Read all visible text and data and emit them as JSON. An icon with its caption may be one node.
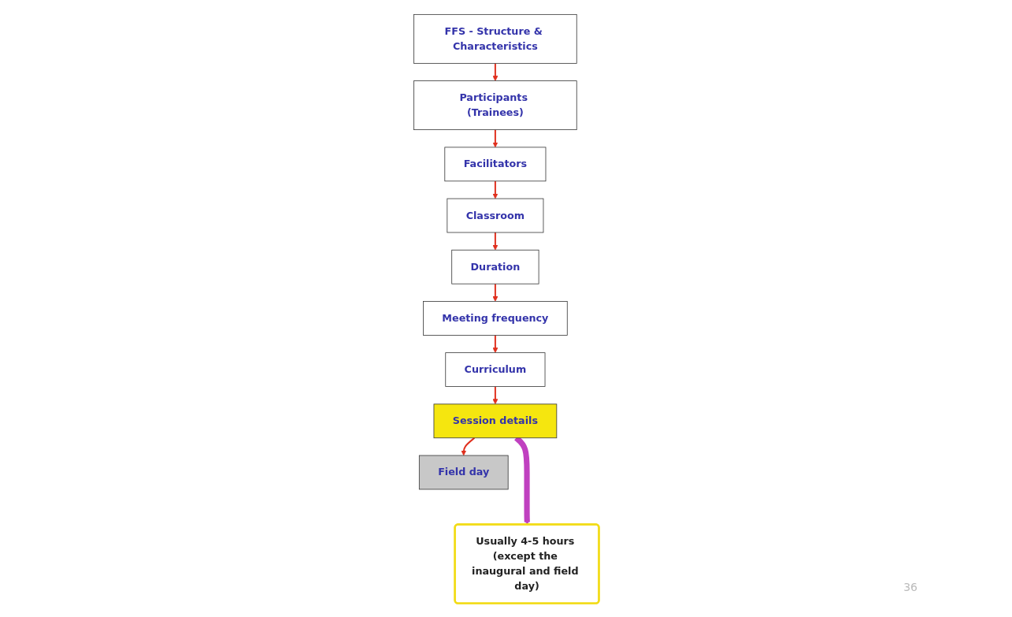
{
  "diagram": {
    "nodes": [
      {
        "text": [
          "FFS - Structure & Characteristics"
        ]
      },
      {
        "text": [
          "Participants (Trainees)"
        ]
      },
      {
        "text": [
          "Facilitators"
        ]
      },
      {
        "text": [
          "Classroom"
        ]
      },
      {
        "text": [
          "Duration"
        ]
      },
      {
        "text": [
          "Meeting frequency"
        ]
      },
      {
        "text": [
          "Curriculum"
        ]
      },
      {
        "text": [
          "Session details"
        ]
      },
      {
        "text": [
          "Field day"
        ]
      },
      {
        "text": [
          "Usually 4-5 hours (except the inaugural and field day)"
        ]
      }
    ],
    "edges": [
      {
        "from": 0,
        "to": 1,
        "arrow": "to"
      },
      {
        "from": 1,
        "to": 2,
        "arrow": "to"
      },
      {
        "from": 2,
        "to": 3,
        "arrow": "to"
      },
      {
        "from": 3,
        "to": 4,
        "arrow": "to"
      },
      {
        "from": 4,
        "to": 5,
        "arrow": "to"
      },
      {
        "from": 5,
        "to": 6,
        "arrow": "to"
      },
      {
        "from": 6,
        "to": 7,
        "arrow": "to"
      },
      {
        "from": 7,
        "to": 8,
        "arrow": "to"
      },
      {
        "from": 7,
        "to": 9,
        "arrow": "to",
        "style": "thick",
        "color": "#c040c0"
      }
    ],
    "labels": [
      "36"
    ]
  }
}
